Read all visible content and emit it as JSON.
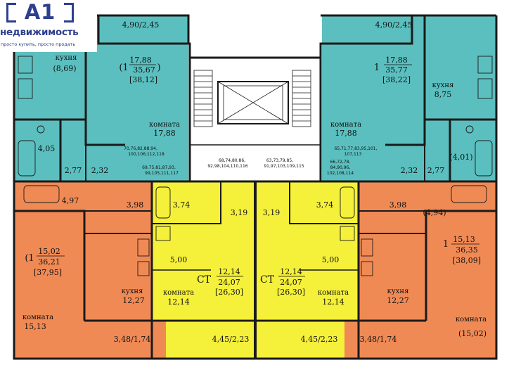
{
  "logo": {
    "mark": "A1",
    "name": "недвижимость",
    "tagline": "просто купить, просто продать"
  },
  "colors": {
    "teal": "#5bbfbf",
    "orange": "#f08a55",
    "yellow": "#f5f03a",
    "wall": "#1a1a1a",
    "brand": "#2d3f8f"
  },
  "labels": [
    {
      "id": "tl-balcony",
      "text": "4,90/2,45"
    },
    {
      "id": "tr-balcony",
      "text": "4,90/2,45"
    },
    {
      "id": "tl-kitchen-name",
      "text": "кухня"
    },
    {
      "id": "tl-kitchen-area",
      "text": "(8,69)"
    },
    {
      "id": "tl-area-1",
      "text": "17,88"
    },
    {
      "id": "tl-area-2",
      "text": "35,67"
    },
    {
      "id": "tl-area-3",
      "text": "[38,12]"
    },
    {
      "id": "tl-rooms",
      "text": "(1"
    },
    {
      "id": "tl-close",
      "text": ")"
    },
    {
      "id": "tl-room-name",
      "text": "комната"
    },
    {
      "id": "tl-room-area",
      "text": "17,88"
    },
    {
      "id": "tl-bath",
      "text": "4,05"
    },
    {
      "id": "tl-hall-a",
      "text": "2,77"
    },
    {
      "id": "tl-hall-b",
      "text": "2,32"
    },
    {
      "id": "tr-rooms",
      "text": "1"
    },
    {
      "id": "tr-area-1",
      "text": "17,88"
    },
    {
      "id": "tr-area-2",
      "text": "35,77"
    },
    {
      "id": "tr-area-3",
      "text": "[38,22]"
    },
    {
      "id": "tr-kitchen-name",
      "text": "кухня"
    },
    {
      "id": "tr-kitchen-area",
      "text": "8,75"
    },
    {
      "id": "tr-room-name",
      "text": "комната"
    },
    {
      "id": "tr-room-area",
      "text": "17,88"
    },
    {
      "id": "tr-bath",
      "text": "(4,01)"
    },
    {
      "id": "tr-hall-a",
      "text": "2,32"
    },
    {
      "id": "tr-hall-b",
      "text": "2,77"
    },
    {
      "id": "bl-bath",
      "text": "4,97"
    },
    {
      "id": "bl-hall",
      "text": "3,98"
    },
    {
      "id": "bl-rooms",
      "text": "(1"
    },
    {
      "id": "bl-area-1",
      "text": "15,02"
    },
    {
      "id": "bl-area-2",
      "text": "36,21"
    },
    {
      "id": "bl-area-3",
      "text": "[37,95]"
    },
    {
      "id": "bl-kitchen-name",
      "text": "кухня"
    },
    {
      "id": "bl-kitchen-area",
      "text": "12,27"
    },
    {
      "id": "bl-room-name",
      "text": "комната"
    },
    {
      "id": "bl-room-area",
      "text": "15,13"
    },
    {
      "id": "bl-balcony",
      "text": "3,48/1,74"
    },
    {
      "id": "br-hall",
      "text": "3,98"
    },
    {
      "id": "br-bath",
      "text": "(4,94)"
    },
    {
      "id": "br-rooms",
      "text": "1"
    },
    {
      "id": "br-area-1",
      "text": "15,13"
    },
    {
      "id": "br-area-2",
      "text": "36,35"
    },
    {
      "id": "br-area-3",
      "text": "[38,09]"
    },
    {
      "id": "br-kitchen-name",
      "text": "кухня"
    },
    {
      "id": "br-kitchen-area",
      "text": "12,27"
    },
    {
      "id": "br-room-name",
      "text": "комната"
    },
    {
      "id": "br-room-area",
      "text": "(15,02)"
    },
    {
      "id": "br-balcony",
      "text": "3,48/1,74"
    },
    {
      "id": "sl-bath",
      "text": "3,74"
    },
    {
      "id": "sl-hall",
      "text": "3,19"
    },
    {
      "id": "sl-entry",
      "text": "5,00"
    },
    {
      "id": "sl-type",
      "text": "СТ"
    },
    {
      "id": "sl-area-1",
      "text": "12,14"
    },
    {
      "id": "sl-area-2",
      "text": "24,07"
    },
    {
      "id": "sl-area-3",
      "text": "[26,30]"
    },
    {
      "id": "sl-room-name",
      "text": "комната"
    },
    {
      "id": "sl-room-area",
      "text": "12,14"
    },
    {
      "id": "sl-balcony",
      "text": "4,45/2,23"
    },
    {
      "id": "sr-hall",
      "text": "3,19"
    },
    {
      "id": "sr-bath",
      "text": "3,74"
    },
    {
      "id": "sr-entry",
      "text": "5,00"
    },
    {
      "id": "sr-type",
      "text": "СТ"
    },
    {
      "id": "sr-area-1",
      "text": "12,14"
    },
    {
      "id": "sr-area-2",
      "text": "24,07"
    },
    {
      "id": "sr-area-3",
      "text": "[26,30]"
    },
    {
      "id": "sr-room-name",
      "text": "комната"
    },
    {
      "id": "sr-room-area",
      "text": "12,14"
    },
    {
      "id": "sr-balcony",
      "text": "4,45/2,23"
    }
  ],
  "apartment_numbers": [
    {
      "id": "apt-tl-1",
      "text": "70,76,82,88,94,"
    },
    {
      "id": "apt-tl-2",
      "text": "100,106,112,118"
    },
    {
      "id": "apt-bl-1",
      "text": "69,75,81,87,93,"
    },
    {
      "id": "apt-bl-2",
      "text": "99,105,111,117"
    },
    {
      "id": "apt-sl-1",
      "text": "68,74,80,86,"
    },
    {
      "id": "apt-sl-2",
      "text": "92,98,104,110,116"
    },
    {
      "id": "apt-sr-1",
      "text": "63,73,79,85,"
    },
    {
      "id": "apt-sr-2",
      "text": "91,97,103,109,115"
    },
    {
      "id": "apt-tr-1",
      "text": "65,71,77,83,95,101,"
    },
    {
      "id": "apt-tr-2",
      "text": "107,113"
    },
    {
      "id": "apt-br-1",
      "text": "66,72,78,"
    },
    {
      "id": "apt-br-2",
      "text": "84,90,96,"
    },
    {
      "id": "apt-br-3",
      "text": "102,108,114"
    }
  ]
}
